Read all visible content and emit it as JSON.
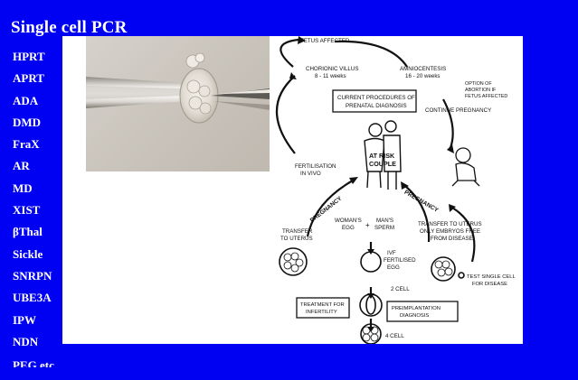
{
  "slide": {
    "title": "Single cell PCR",
    "genes": [
      "HPRT",
      "APRT",
      "ADA",
      "DMD",
      "FraX",
      "AR",
      "MD",
      "XIST",
      "βThal",
      "Sickle",
      "SNRPN",
      "UBE3A",
      "IPW",
      "NDN",
      "PEG etc"
    ]
  },
  "diagram": {
    "fetus_affected": "FETUS AFFECTED",
    "chorionic_villus": "CHORIONIC VILLUS",
    "chorionic_weeks": "8 - 11 weeks",
    "amniocentesis": "AMNIOCENTESIS",
    "amnio_weeks": "16 - 20 weeks",
    "option_abortion_1": "OPTION OF",
    "option_abortion_2": "ABORTION IF",
    "option_abortion_3": "FETUS AFFECTED",
    "current_procedures_1": "CURRENT PROCEDURES OF",
    "current_procedures_2": "PRENATAL DIAGNOSIS",
    "continue_pregnancy": "CONTINUE PREGNANCY",
    "fertilisation_1": "FERTILISATION",
    "fertilisation_2": "IN VIVO",
    "at_risk_1": "AT RISK",
    "at_risk_2": "COUPLE",
    "pregnancy_left": "PREGNANCY",
    "pregnancy_right": "PREGNANCY",
    "womans_egg_1": "WOMAN'S",
    "womans_egg_2": "EGG",
    "mans_sperm_1": "MAN'S",
    "mans_sperm_2": "SPERM",
    "plus": "+",
    "transfer_left_1": "TRANSFER",
    "transfer_left_2": "TO UTERUS",
    "transfer_right_1": "TRANSFER TO UTERUS",
    "transfer_right_2": "ONLY EMBRYOS FREE",
    "transfer_right_3": "FROM DISEASE",
    "ivf_1": "IVF",
    "ivf_2": "FERTILISED",
    "ivf_3": "EGG",
    "two_cell": "2 CELL",
    "four_cell": "4 CELL",
    "test_single_1": "TEST SINGLE CELL",
    "test_single_2": "FOR DISEASE",
    "treatment_1": "TREATMENT FOR",
    "treatment_2": "INFERTILITY",
    "preimplantation_1": "PREIMPLANTATION",
    "preimplantation_2": "DIAGNOSIS"
  }
}
